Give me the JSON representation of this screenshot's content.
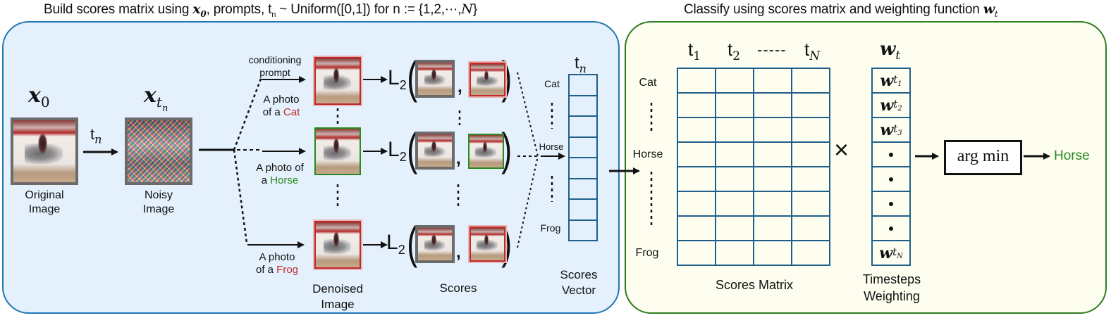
{
  "titles": {
    "left": {
      "prefix": "Build scores matrix using ",
      "x0_base": "x",
      "x0_sub": "0",
      "middle": ", prompts, t",
      "tn_sub": "n",
      "suffix": " ~ Uniform([0,1]) for n := {1,2,···,",
      "N": "N",
      "close": "}"
    },
    "right": {
      "text": "Classify using scores matrix and weighting function ",
      "w": "w",
      "w_sub": "t"
    }
  },
  "left_panel": {
    "original": {
      "symbol": "x",
      "sub": "0",
      "label_line1": "Original",
      "label_line2": "Image"
    },
    "noise_step": {
      "symbol": "t",
      "sub": "n"
    },
    "noisy": {
      "symbol": "x",
      "sub": "t",
      "subsub": "n",
      "label_line1": "Noisy",
      "label_line2": "Image"
    },
    "conditioning_label_line1": "conditioning",
    "conditioning_label_line2": "prompt",
    "prompts": [
      {
        "line1": "A photo",
        "line2_prefix": "of a ",
        "class": "Cat",
        "color": "#c0282a"
      },
      {
        "line1": "A photo of",
        "line2_prefix": "a ",
        "class": "Horse",
        "color": "#2a8a1e"
      },
      {
        "line1": "A photo",
        "line2_prefix": "of a ",
        "class": "Frog",
        "color": "#c0282a"
      }
    ],
    "loss_symbol": "L",
    "loss_sub": "2",
    "comma": ",",
    "denoised_label_line1": "Denoised",
    "denoised_label_line2": "Image",
    "scores_label": "Scores",
    "vector": {
      "header_symbol": "t",
      "header_sub": "n",
      "row_labels": {
        "top": "Cat",
        "middle": "Horse",
        "bottom": "Frog"
      },
      "rows": 8,
      "label_line1": "Scores",
      "label_line2": "Vector"
    }
  },
  "right_panel": {
    "matrix": {
      "col_headers": [
        {
          "symbol": "t",
          "sub": "1"
        },
        {
          "symbol": "t",
          "sub": "2"
        },
        {
          "symbol": "-----",
          "sub": ""
        },
        {
          "symbol": "t",
          "sub": "N"
        }
      ],
      "row_labels": {
        "top": "Cat",
        "middle": "Horse",
        "bottom": "Frog"
      },
      "rows": 8,
      "cols": 4,
      "label": "Scores Matrix"
    },
    "times_symbol": "×",
    "weights": {
      "header": {
        "symbol": "w",
        "sub": "t"
      },
      "cells": [
        {
          "symbol": "w",
          "sub": "t",
          "subsub": "1"
        },
        {
          "symbol": "w",
          "sub": "t",
          "subsub": "2"
        },
        {
          "symbol": "w",
          "sub": "t",
          "subsub": "3"
        },
        {
          "symbol": "•"
        },
        {
          "symbol": "•"
        },
        {
          "symbol": "•"
        },
        {
          "symbol": "•"
        },
        {
          "symbol": "w",
          "sub": "t",
          "subsub": "N"
        }
      ],
      "label_line1": "Timesteps",
      "label_line2": "Weighting"
    },
    "argmin_label": "arg min",
    "result": {
      "text": "Horse",
      "color": "#2a8a1e"
    }
  },
  "colors": {
    "left_border": "#1f77b4",
    "left_fill": "#e4f0fc",
    "right_border": "#2e7d1e",
    "right_fill": "#fdfdf0",
    "grid": "#1f5f8b",
    "wrong_class": "#c0282a",
    "right_class": "#2a8a1e"
  }
}
